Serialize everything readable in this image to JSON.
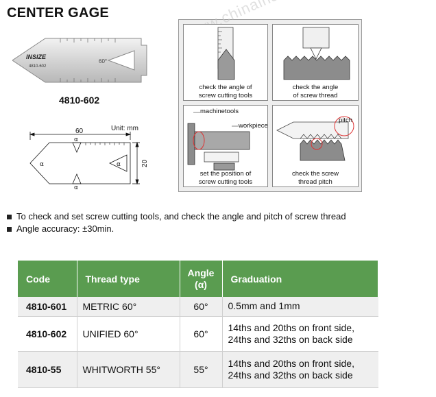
{
  "title": "CENTER GAGE",
  "watermark": "www.chinainsize.company.com",
  "product": {
    "model_code": "4810-602",
    "brand": "INSIZE",
    "engraved_code": "4810-602",
    "angle_mark": "60°"
  },
  "drawing": {
    "unit": "Unit: mm",
    "length": "60",
    "height": "20",
    "angle_symbol": "α"
  },
  "diagram": {
    "cells": [
      {
        "caption_line1": "check the angle of",
        "caption_line2": "screw cutting tools"
      },
      {
        "caption_line1": "check the angle",
        "caption_line2": "of screw thread"
      },
      {
        "caption_line1": "set the position of",
        "caption_line2": "screw cutting tools",
        "label_a": "machinetools",
        "label_b": "workpiece"
      },
      {
        "caption_line1": "check the screw",
        "caption_line2": "thread pitch",
        "label_a": "pitch"
      }
    ]
  },
  "bullets": [
    "To check and set screw cutting tools, and check the angle and pitch of screw thread",
    "Angle accuracy: ±30min."
  ],
  "table": {
    "headers": {
      "code": "Code",
      "thread_type": "Thread type",
      "angle_line1": "Angle",
      "angle_line2": "(α)",
      "graduation": "Graduation"
    },
    "rows": [
      {
        "code": "4810-601",
        "thread": "METRIC 60°",
        "angle": "60°",
        "grad1": "0.5mm and 1mm",
        "grad2": ""
      },
      {
        "code": "4810-602",
        "thread": "UNIFIED 60°",
        "angle": "60°",
        "grad1": "14ths and 20ths on front side,",
        "grad2": "24ths and 32ths on back side"
      },
      {
        "code": "4810-55",
        "thread": "WHITWORTH 55°",
        "angle": "55°",
        "grad1": "14ths and 20ths on front side,",
        "grad2": "24ths and 32ths on back side"
      }
    ]
  }
}
